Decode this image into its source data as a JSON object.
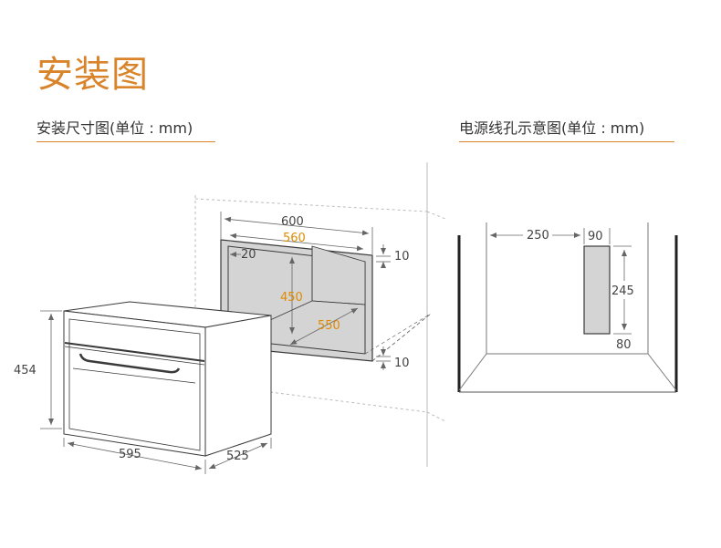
{
  "title": "安装图",
  "left_diagram": {
    "subtitle": "安装尺寸图(单位 : mm)",
    "dims": {
      "width_outer": "600",
      "width_inner": "560",
      "left_gap": "20",
      "top_gap": "10",
      "height_inner": "450",
      "depth_inner": "550",
      "bottom_gap": "10",
      "oven_height": "454",
      "oven_width": "595",
      "oven_depth": "525"
    }
  },
  "right_diagram": {
    "subtitle": "电源线孔示意图(单位 : mm)",
    "dims": {
      "offset": "250",
      "hole_width": "90",
      "hole_height": "245",
      "hole_bottom": "80"
    }
  },
  "colors": {
    "accent": "#d9842a",
    "dim_orange": "#e08b00",
    "cavity": "#d4d4d4",
    "line": "#3a3a3a"
  }
}
